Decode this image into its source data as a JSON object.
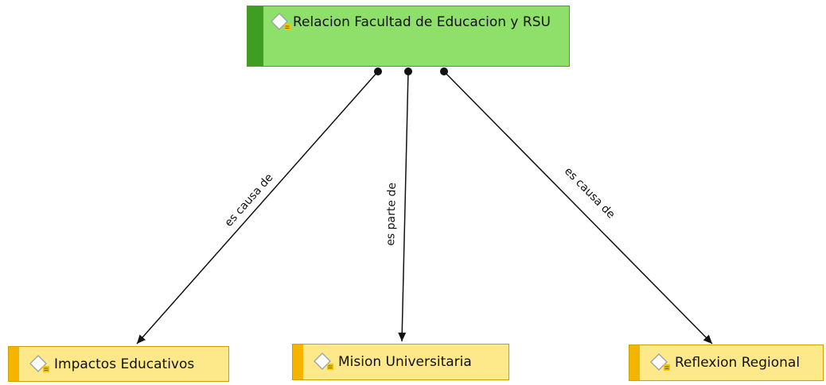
{
  "concept_map": {
    "root": {
      "label": "Relacion Facultad de Educacion y RSU",
      "color": "#8fe06a",
      "accent": "#3f9e22"
    },
    "children": [
      {
        "label": "Impactos Educativos",
        "relation": "es causa de"
      },
      {
        "label": "Mision Universitaria",
        "relation": "es parte de"
      },
      {
        "label": "Reflexion Regional",
        "relation": "es causa de"
      }
    ],
    "child_color": "#fde98a",
    "child_accent": "#f4b400",
    "icon": "concept-note-icon"
  }
}
